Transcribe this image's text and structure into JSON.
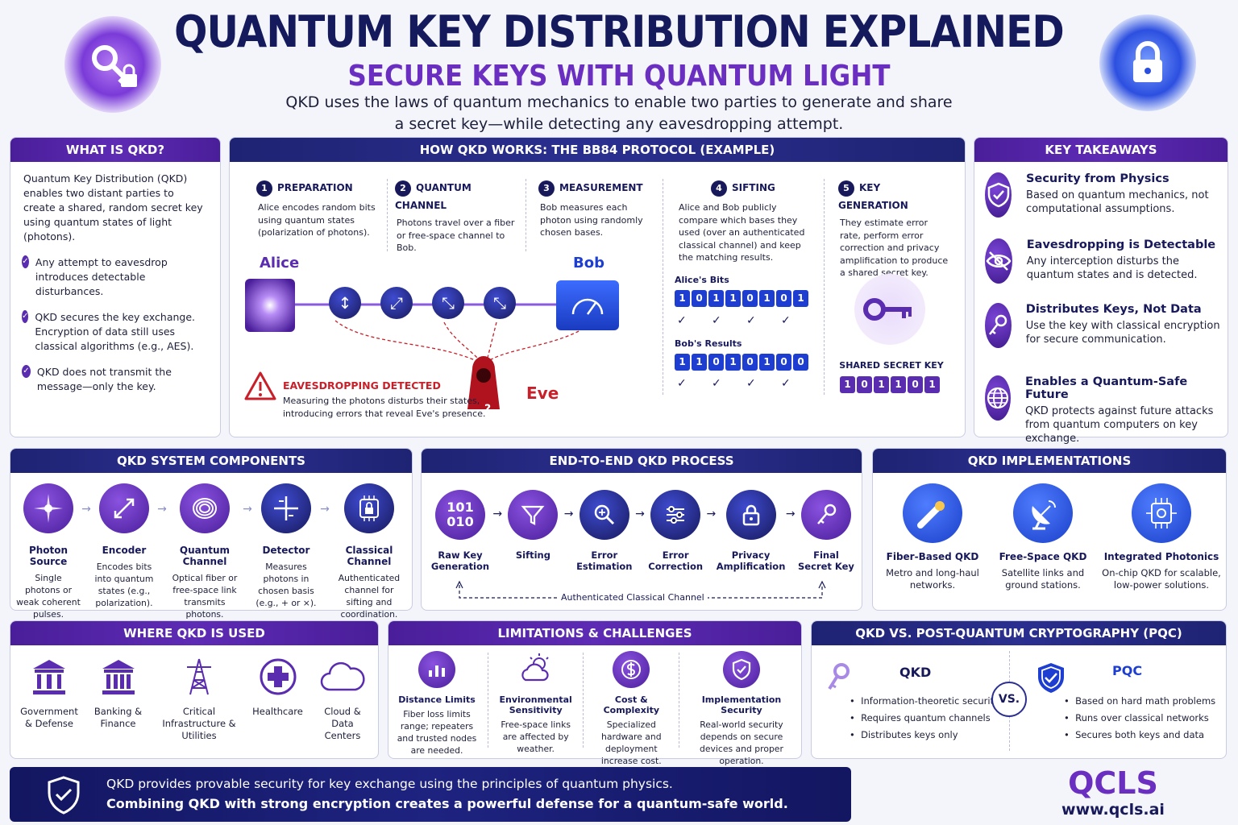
{
  "header": {
    "title": "QUANTUM KEY DISTRIBUTION EXPLAINED",
    "subtitle": "SECURE KEYS WITH QUANTUM LIGHT",
    "intro_line1": "QKD uses the laws of quantum mechanics to enable two parties to generate and share",
    "intro_line2": "a secret key—while detecting any eavesdropping attempt."
  },
  "what": {
    "title": "WHAT IS QKD?",
    "body": "Quantum Key Distribution (QKD) enables two distant parties to create a shared, random secret key using quantum states of light (photons).",
    "points": [
      "Any attempt to eavesdrop introduces detectable disturbances.",
      "QKD secures the key exchange. Encryption of data still uses classical algorithms (e.g., AES).",
      "QKD does not transmit the message—only the key."
    ]
  },
  "bb84": {
    "title": "HOW QKD WORKS: THE BB84 PROTOCOL (EXAMPLE)",
    "steps": [
      {
        "num": "1",
        "title": "PREPARATION",
        "text": "Alice encodes random bits using quantum states (polarization of photons)."
      },
      {
        "num": "2",
        "title": "QUANTUM CHANNEL",
        "text": "Photons travel over a fiber or free-space channel to Bob."
      },
      {
        "num": "3",
        "title": "MEASUREMENT",
        "text": "Bob measures each photon using randomly chosen bases."
      },
      {
        "num": "4",
        "title": "SIFTING",
        "text": "Alice and Bob publicly compare which bases they used (over an authenticated classical channel) and keep the matching results."
      },
      {
        "num": "5",
        "title": "KEY GENERATION",
        "text": "They estimate error rate, perform error correction and privacy amplification to produce a shared secret key."
      }
    ],
    "alice": "Alice",
    "bob": "Bob",
    "eve": "Eve",
    "eve_q": "?",
    "photon_symbols": [
      "↕",
      "⤢",
      "⤡",
      "⤡"
    ],
    "eaves_title": "EAVESDROPPING DETECTED",
    "eaves_text1": "Measuring the photons disturbs their states,",
    "eaves_text2": "introducing errors that reveal Eve's presence.",
    "alice_bits_label": "Alice's Bits",
    "alice_bits": [
      "1",
      "0",
      "1",
      "1",
      "0",
      "1",
      "0",
      "1"
    ],
    "bob_bits_label": "Bob's Results",
    "bob_bits": [
      "1",
      "1",
      "0",
      "1",
      "0",
      "1",
      "0",
      "0"
    ],
    "check": "✓",
    "shared_label": "SHARED SECRET KEY",
    "shared_bits": [
      "1",
      "0",
      "1",
      "1",
      "0",
      "1"
    ]
  },
  "takeaways": {
    "title": "KEY TAKEAWAYS",
    "items": [
      {
        "icon": "shield-check-icon",
        "title": "Security from Physics",
        "text": "Based on quantum mechanics, not computational assumptions."
      },
      {
        "icon": "eye-slash-icon",
        "title": "Eavesdropping is Detectable",
        "text": "Any interception disturbs the quantum states and is detected."
      },
      {
        "icon": "key-icon",
        "title": "Distributes Keys, Not Data",
        "text": "Use the key with classical encryption for secure communication."
      },
      {
        "icon": "globe-icon",
        "title": "Enables a Quantum-Safe Future",
        "text": "QKD protects against future attacks from quantum computers on key exchange."
      }
    ]
  },
  "components": {
    "title": "QKD SYSTEM COMPONENTS",
    "items": [
      {
        "title": "Photon Source",
        "text": "Single photons or weak coherent pulses."
      },
      {
        "title": "Encoder",
        "text": "Encodes bits into quantum states (e.g., polarization)."
      },
      {
        "title": "Quantum Channel",
        "text": "Optical fiber or free-space link transmits photons."
      },
      {
        "title": "Detector",
        "text": "Measures photons in chosen basis (e.g., + or ×)."
      },
      {
        "title": "Classical Channel",
        "text": "Authenticated channel for sifting and coordination."
      }
    ]
  },
  "process": {
    "title": "END-TO-END QKD PROCESS",
    "binary": "101\n010",
    "items": [
      "Raw Key Generation",
      "Sifting",
      "Error Estimation",
      "Error Correction",
      "Privacy Amplification",
      "Final Secret Key"
    ],
    "channel": "Authenticated Classical Channel"
  },
  "impl": {
    "title": "QKD IMPLEMENTATIONS",
    "items": [
      {
        "title": "Fiber-Based QKD",
        "text": "Metro and long-haul networks."
      },
      {
        "title": "Free-Space QKD",
        "text": "Satellite links and ground stations."
      },
      {
        "title": "Integrated Photonics",
        "text": "On-chip QKD for scalable, low-power solutions."
      }
    ]
  },
  "used": {
    "title": "WHERE QKD IS USED",
    "items": [
      "Government & Defense",
      "Banking & Finance",
      "Critical Infrastructure & Utilities",
      "Healthcare",
      "Cloud & Data Centers"
    ]
  },
  "limits": {
    "title": "LIMITATIONS & CHALLENGES",
    "items": [
      {
        "title": "Distance Limits",
        "text": "Fiber loss limits range; repeaters and trusted nodes are needed."
      },
      {
        "title": "Environmental Sensitivity",
        "text": "Free-space links are affected by weather."
      },
      {
        "title": "Cost & Complexity",
        "text": "Specialized hardware and deployment increase cost."
      },
      {
        "title": "Implementation Security",
        "text": "Real-world security depends on secure devices and proper operation."
      }
    ]
  },
  "vs": {
    "title": "QKD VS. POST-QUANTUM CRYPTOGRAPHY (PQC)",
    "qkd_title": "QKD",
    "qkd_points": [
      "Information-theoretic security",
      "Requires quantum channels",
      "Distributes keys only"
    ],
    "vs_label": "VS.",
    "pqc_title": "PQC",
    "pqc_points": [
      "Based on hard math problems",
      "Runs over classical networks",
      "Secures both keys and data"
    ]
  },
  "footer": {
    "line1": "QKD provides provable security for key exchange using the principles of quantum physics.",
    "line2": "Combining QKD with strong encryption creates a powerful defense for a quantum-safe world."
  },
  "brand": {
    "name": "QCLS",
    "url": "www.qcls.ai"
  },
  "colors": {
    "navy": "#17195a",
    "purple": "#5a2db0",
    "blue": "#1d3ed0",
    "red": "#c8202a"
  }
}
